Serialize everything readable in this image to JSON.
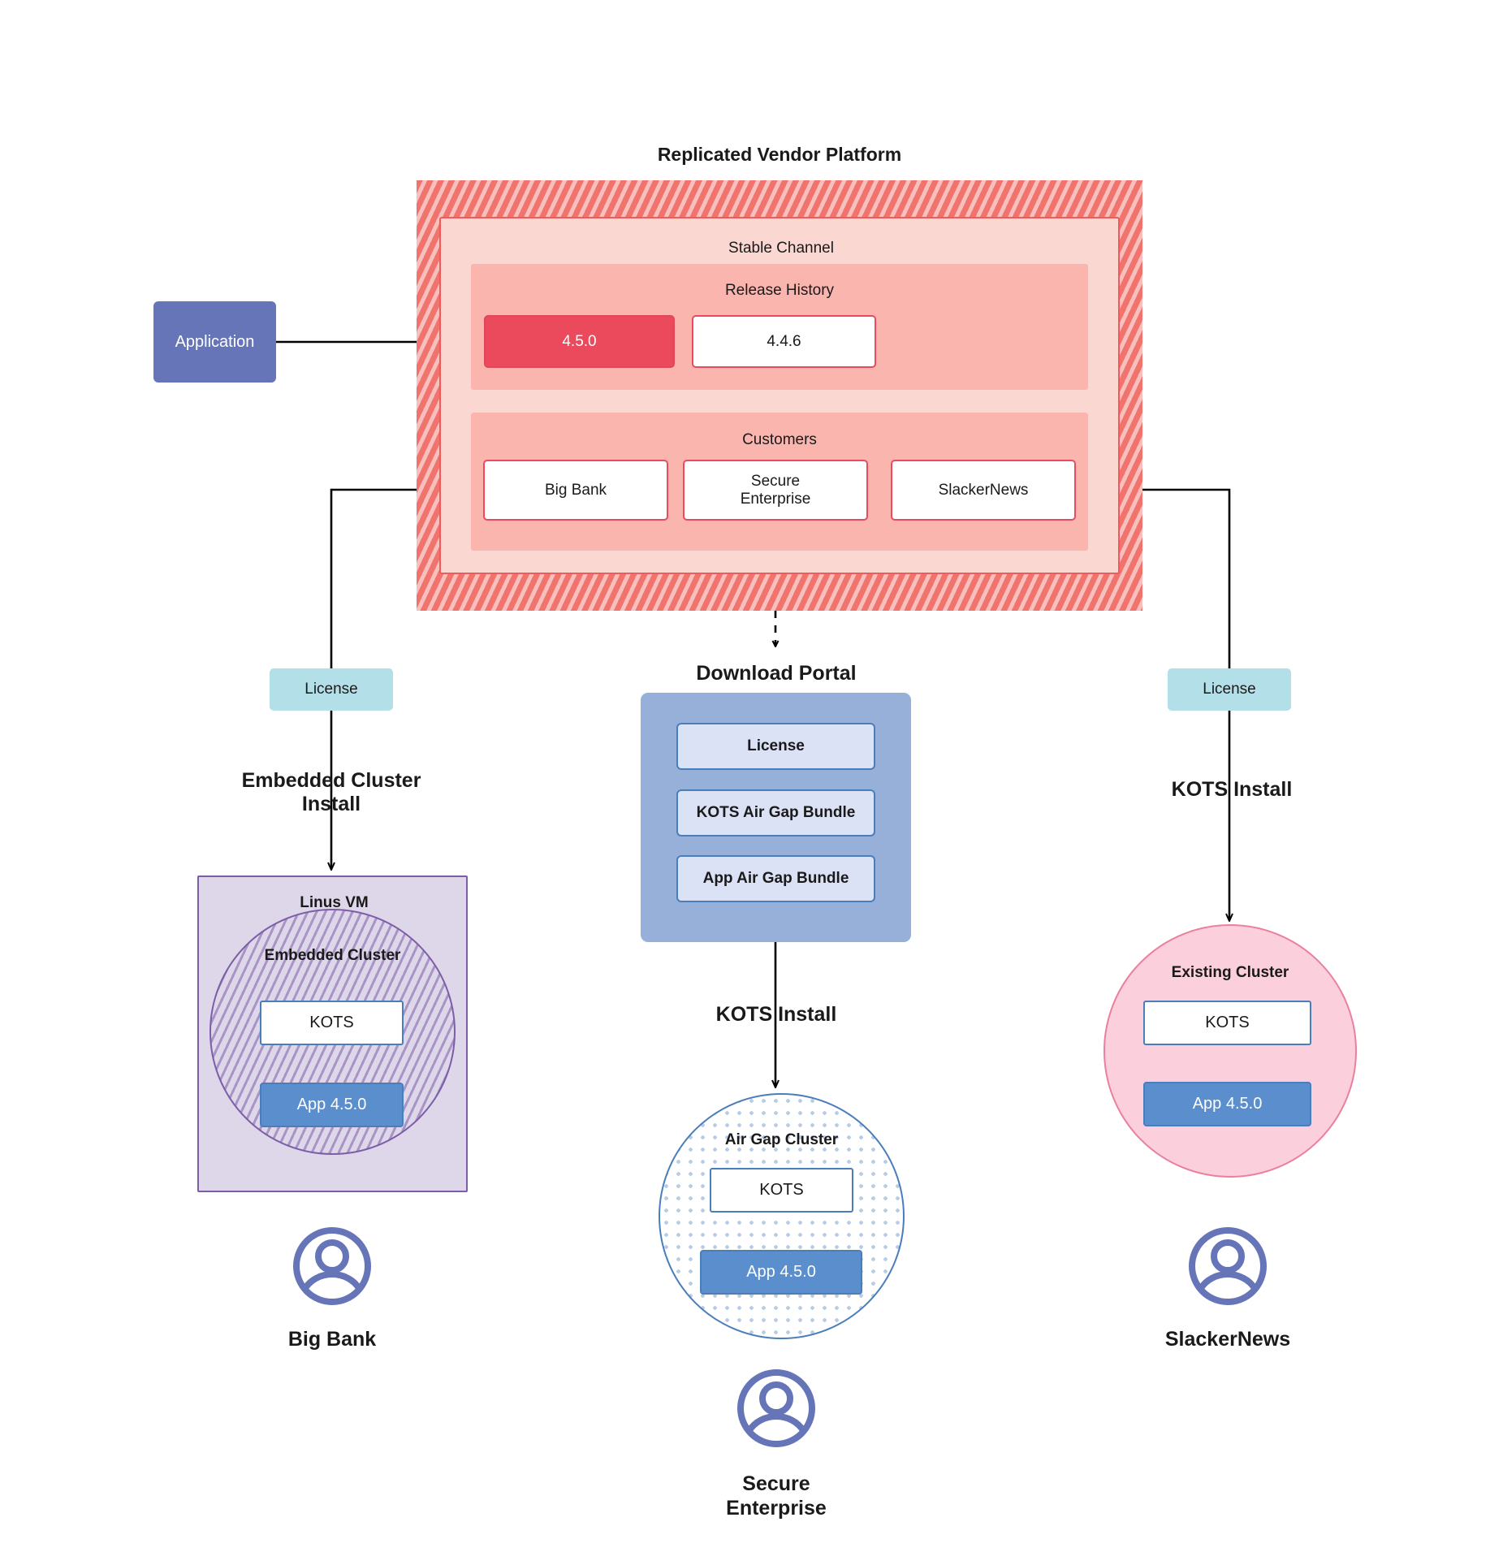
{
  "diagram": {
    "platform": {
      "title": "Replicated Vendor Platform",
      "channel_label": "Stable Channel",
      "release_history_label": "Release History",
      "releases": [
        {
          "version": "4.5.0",
          "state": "current"
        },
        {
          "version": "4.4.6",
          "state": "previous"
        }
      ],
      "customers_label": "Customers",
      "customers": [
        {
          "name": "Big Bank"
        },
        {
          "name": "Secure\nEnterprise"
        },
        {
          "name": "SlackerNews"
        }
      ]
    },
    "application_box": {
      "label": "Application"
    },
    "license_left": {
      "label": "License"
    },
    "license_right": {
      "label": "License"
    },
    "edge_labels": {
      "embedded_install": "Embedded Cluster\nInstall",
      "kots_install_right": "KOTS Install",
      "kots_install_center": "KOTS Install"
    },
    "download_portal": {
      "title": "Download  Portal",
      "items": [
        {
          "label": "License"
        },
        {
          "label": "KOTS Air Gap Bundle"
        },
        {
          "label": "App Air Gap Bundle"
        }
      ]
    },
    "left_target": {
      "vm_label": "Linus VM",
      "cluster_label": "Embedded Cluster",
      "kots_label": "KOTS",
      "app_label": "App 4.5.0",
      "persona": "Big Bank"
    },
    "center_target": {
      "cluster_label": "Air Gap Cluster",
      "kots_label": "KOTS",
      "app_label": "App 4.5.0",
      "persona": "Secure\nEnterprise"
    },
    "right_target": {
      "cluster_label": "Existing Cluster",
      "kots_label": "KOTS",
      "app_label": "App 4.5.0",
      "persona": "SlackerNews"
    },
    "colors": {
      "platform_hatch": "#f0736d",
      "stable_channel": "#fbd7d2",
      "release_panel": "#f9b5ae",
      "release_current": "#ea4a5c",
      "application": "#6674b8",
      "license": "#b3e0e8",
      "portal": "#97b0da",
      "portal_item": "#dbe2f5",
      "vm": "#ded6e9",
      "vm_border": "#7b5ea7",
      "airgap_border": "#4a7ebb",
      "existing_cluster": "#fbd0dc",
      "app_version": "#5b8ecd",
      "persona_icon": "#6674b8"
    }
  }
}
